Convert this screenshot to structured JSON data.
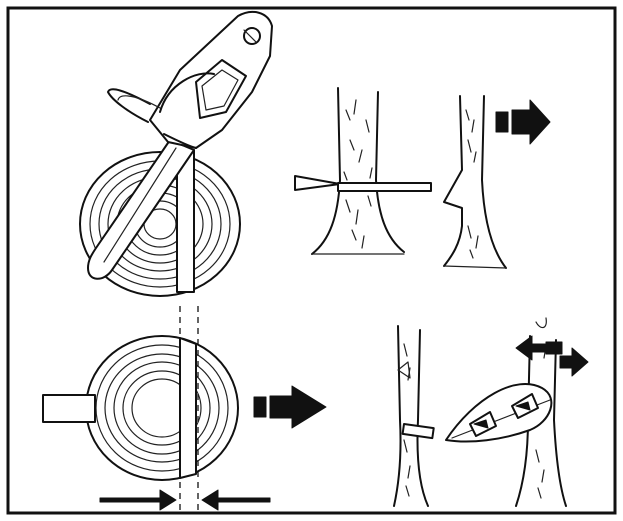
{
  "figure": {
    "border_color": "#111111",
    "background": "#ffffff",
    "panels": [
      {
        "id": "chainsaw-cutting-log",
        "icon": "chainsaw-icon"
      },
      {
        "id": "notch-cut-felling",
        "icon": "tree-trunk-icon"
      },
      {
        "id": "log-cross-section-cut",
        "icon": "log-end-icon"
      },
      {
        "id": "tree-felling-wedge",
        "icon": "wedge-icon"
      }
    ]
  }
}
